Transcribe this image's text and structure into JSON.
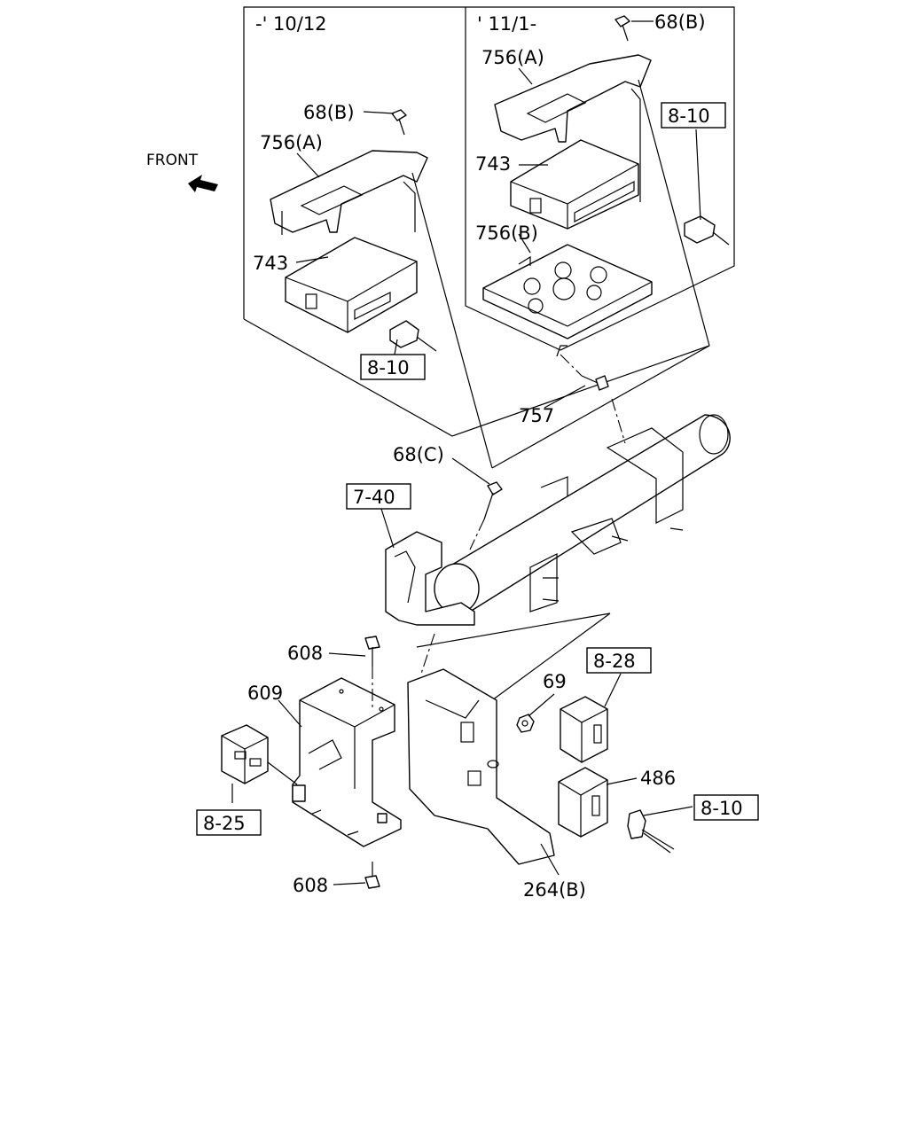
{
  "diagram": {
    "direction_label": "FRONT",
    "variant_left_label": "-' 10/12",
    "variant_right_label": "' 11/1-",
    "callouts": {
      "bolt_68b_left": "68(B)",
      "bracket_756a_left": "756(A)",
      "unit_743_left": "743",
      "ref_8_10_left": "8-10",
      "bolt_68b_right": "68(B)",
      "bracket_756a_right": "756(A)",
      "unit_743_right": "743",
      "ref_8_10_right": "8-10",
      "bracket_756b": "756(B)",
      "bolt_757": "757",
      "bolt_68c": "68(C)",
      "ref_7_40": "7-40",
      "bolt_608_top": "608",
      "bracket_609": "609",
      "nut_69": "69",
      "ref_8_28": "8-28",
      "module_486": "486",
      "ref_8_10_bottom": "8-10",
      "ref_8_25": "8-25",
      "bolt_608_bottom": "608",
      "bracket_264b": "264(B)"
    }
  }
}
